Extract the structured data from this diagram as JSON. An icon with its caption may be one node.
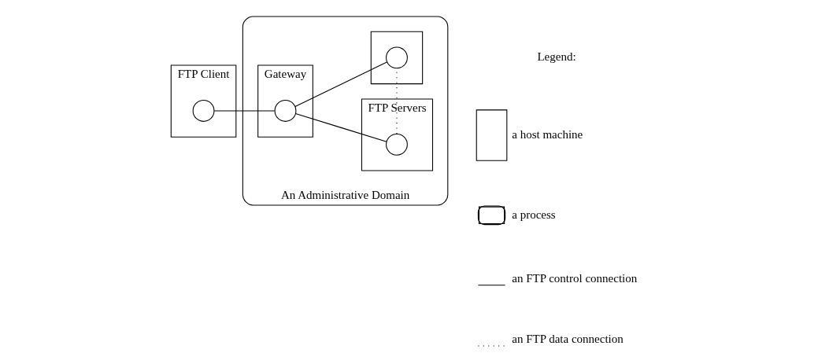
{
  "diagram": {
    "nodes": [
      {
        "text": [
          "An Administrative Domain"
        ]
      },
      {
        "text": [
          "FTP Client"
        ]
      },
      {
        "text": [],
        "shape": "circle",
        "in": 1
      },
      {
        "text": [
          "Gateway"
        ],
        "in": 0
      },
      {
        "text": [],
        "shape": "circle",
        "in": 3
      },
      {
        "text": [
          "FTP Servers"
        ],
        "in": 0
      },
      {
        "text": [],
        "shape": "circle",
        "in": 5
      },
      {
        "text": [],
        "shape": "box",
        "in": 0
      },
      {
        "text": [],
        "shape": "circle",
        "in": 7
      }
    ],
    "edges": [
      {
        "from": 2,
        "to": 4,
        "arrow": "none"
      },
      {
        "from": 4,
        "to": 6,
        "arrow": "none"
      },
      {
        "from": 4,
        "to": 8,
        "arrow": "none"
      },
      {
        "from": 6,
        "to": 8,
        "arrow": "none",
        "style": "dashed"
      }
    ],
    "labels": [
      "Legend:"
    ],
    "legend": [
      {
        "text": "a host machine"
      },
      {
        "text": "a process"
      },
      {
        "text": "an FTP control connection"
      },
      {
        "text": "an FTP data connection"
      }
    ]
  }
}
